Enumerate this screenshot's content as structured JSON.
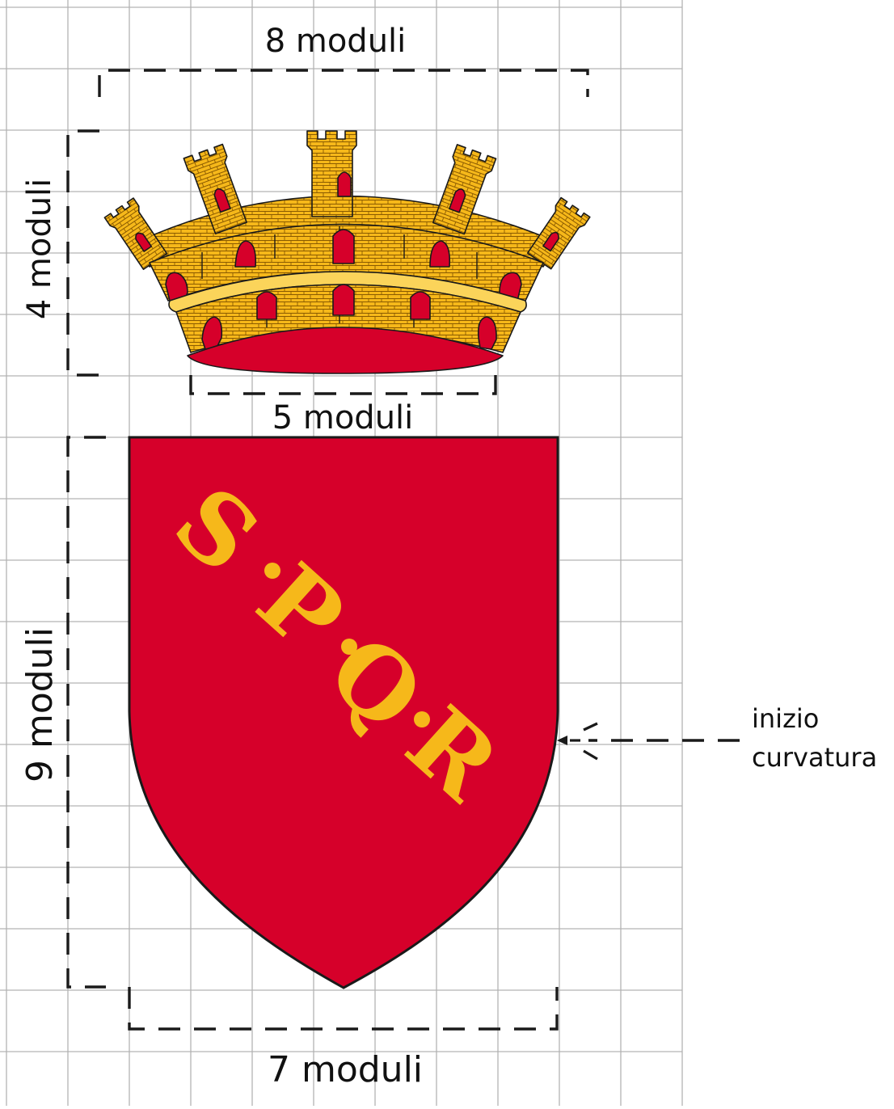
{
  "labels": {
    "top_width": "8  moduli",
    "crown_height": "4 moduli",
    "crown_base_width": "5 moduli",
    "shield_height": "9 moduli",
    "shield_width": "7 moduli",
    "curve_note_line1": "inizio",
    "curve_note_line2": "curvatura"
  },
  "shield": {
    "motto": "S.P.Q.R",
    "motto_letters": [
      "S",
      "P",
      "Q",
      "R"
    ]
  },
  "colors": {
    "grid": "#b3b3b3",
    "shield_red": "#d6002a",
    "gold": "#f6b81a",
    "gold_light": "#fbd45a",
    "outline": "#1a1a1a",
    "text": "#111111"
  },
  "grid": {
    "columns": 11,
    "rows": 18,
    "module": 76
  },
  "icons": {
    "crown": "mural-crown-icon",
    "shield": "heraldic-shield-icon",
    "arrow": "arrow-left-icon"
  }
}
